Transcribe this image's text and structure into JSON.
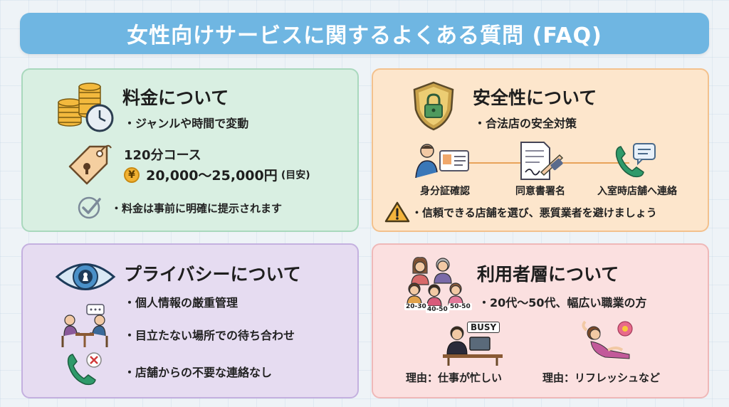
{
  "title": "女性向けサービスに関するよくある質問 (FAQ)",
  "fee": {
    "heading": "料金について",
    "bullet": "・ジャンルや時間で変動",
    "course": "120分コース",
    "yen_symbol": "¥",
    "price": "20,000〜25,000円",
    "price_note": "(目安)",
    "note": "・料金は事前に明確に提示されます",
    "icons": [
      "coins-clock-icon",
      "price-tag-icon",
      "checkmark-icon"
    ]
  },
  "safety": {
    "heading": "安全性について",
    "bullet": "・合法店の安全対策",
    "steps": [
      "身分証確認",
      "同意書署名",
      "入室時店舗へ連絡"
    ],
    "warning": "・信頼できる店舗を選び、悪質業者を避けましょう",
    "icons": [
      "shield-lock-icon",
      "id-card-icon",
      "sign-document-icon",
      "phone-message-icon",
      "warning-icon"
    ]
  },
  "privacy": {
    "heading": "プライバシーについて",
    "items": [
      "・個人情報の厳重管理",
      "・目立たない場所での待ち合わせ",
      "・店舗からの不要な連絡なし"
    ],
    "icons": [
      "eye-lock-icon",
      "meeting-icon",
      "phone-no-call-icon"
    ]
  },
  "users": {
    "heading": "利用者層について",
    "bullet": "・20代〜50代、幅広い職業の方",
    "age_labels": [
      "20-30",
      "40-50",
      "50-50"
    ],
    "busy_label": "BUSY",
    "reasons": [
      "理由：仕事が忙しい",
      "理由：リフレッシュなど"
    ],
    "icons": [
      "women-group-icon",
      "busy-worker-icon",
      "relaxing-woman-icon"
    ]
  },
  "colors": {
    "title_bar": "#6fb6e2",
    "fee_card": "#d9efe2",
    "safety_card": "#fde6cc",
    "privacy_card": "#e6dcf1",
    "users_card": "#fbe0e0"
  }
}
